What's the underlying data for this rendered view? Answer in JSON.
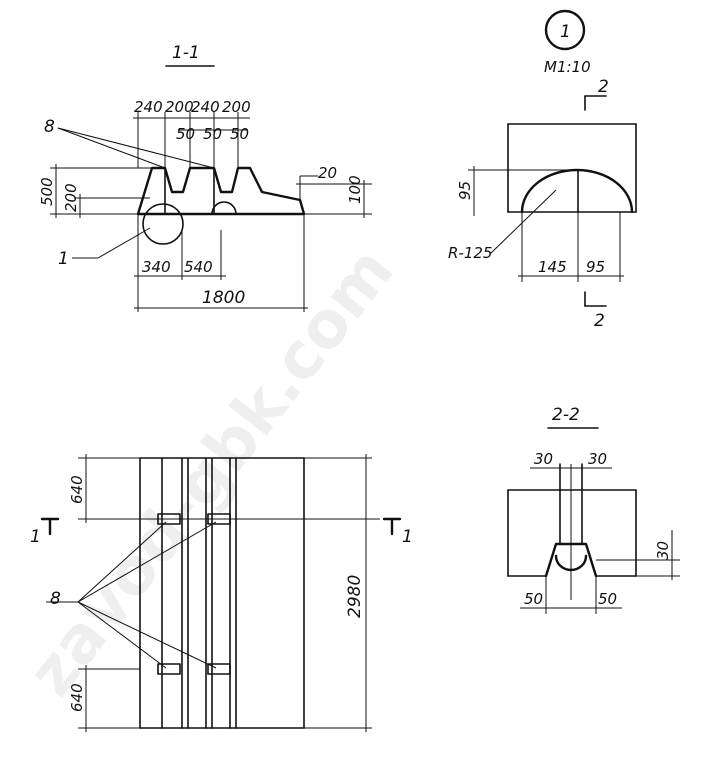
{
  "watermark": "zavod-gbk.com",
  "section_1_1": {
    "title": "1-1",
    "dims_top": [
      "240",
      "200",
      "240",
      "200"
    ],
    "dims_top2": [
      "50",
      "50",
      "50"
    ],
    "dim_height_total": "500",
    "dim_height_lower": "200",
    "dim_right_small": "20",
    "dim_right_height": "100",
    "dim_bottom_1": "340",
    "dim_bottom_2": "540",
    "dim_total_width": "1800",
    "callout_b": "8",
    "callout_1": "1"
  },
  "detail_1": {
    "marker": "1",
    "scale": "M1:10",
    "dim_height": "95",
    "radius": "R-125",
    "dim_145": "145",
    "dim_95": "95",
    "section_mark_top": "2",
    "section_mark_bottom": "2"
  },
  "plan": {
    "dim_top": "640",
    "dim_bottom": "640",
    "dim_length": "2980",
    "callout_b": "8",
    "cut_left": "1",
    "cut_right": "1"
  },
  "section_2_2": {
    "title": "2-2",
    "dim_left_top": "30",
    "dim_right_top": "30",
    "dim_right": "30",
    "dim_left_bottom": "50",
    "dim_right_bottom": "50"
  }
}
